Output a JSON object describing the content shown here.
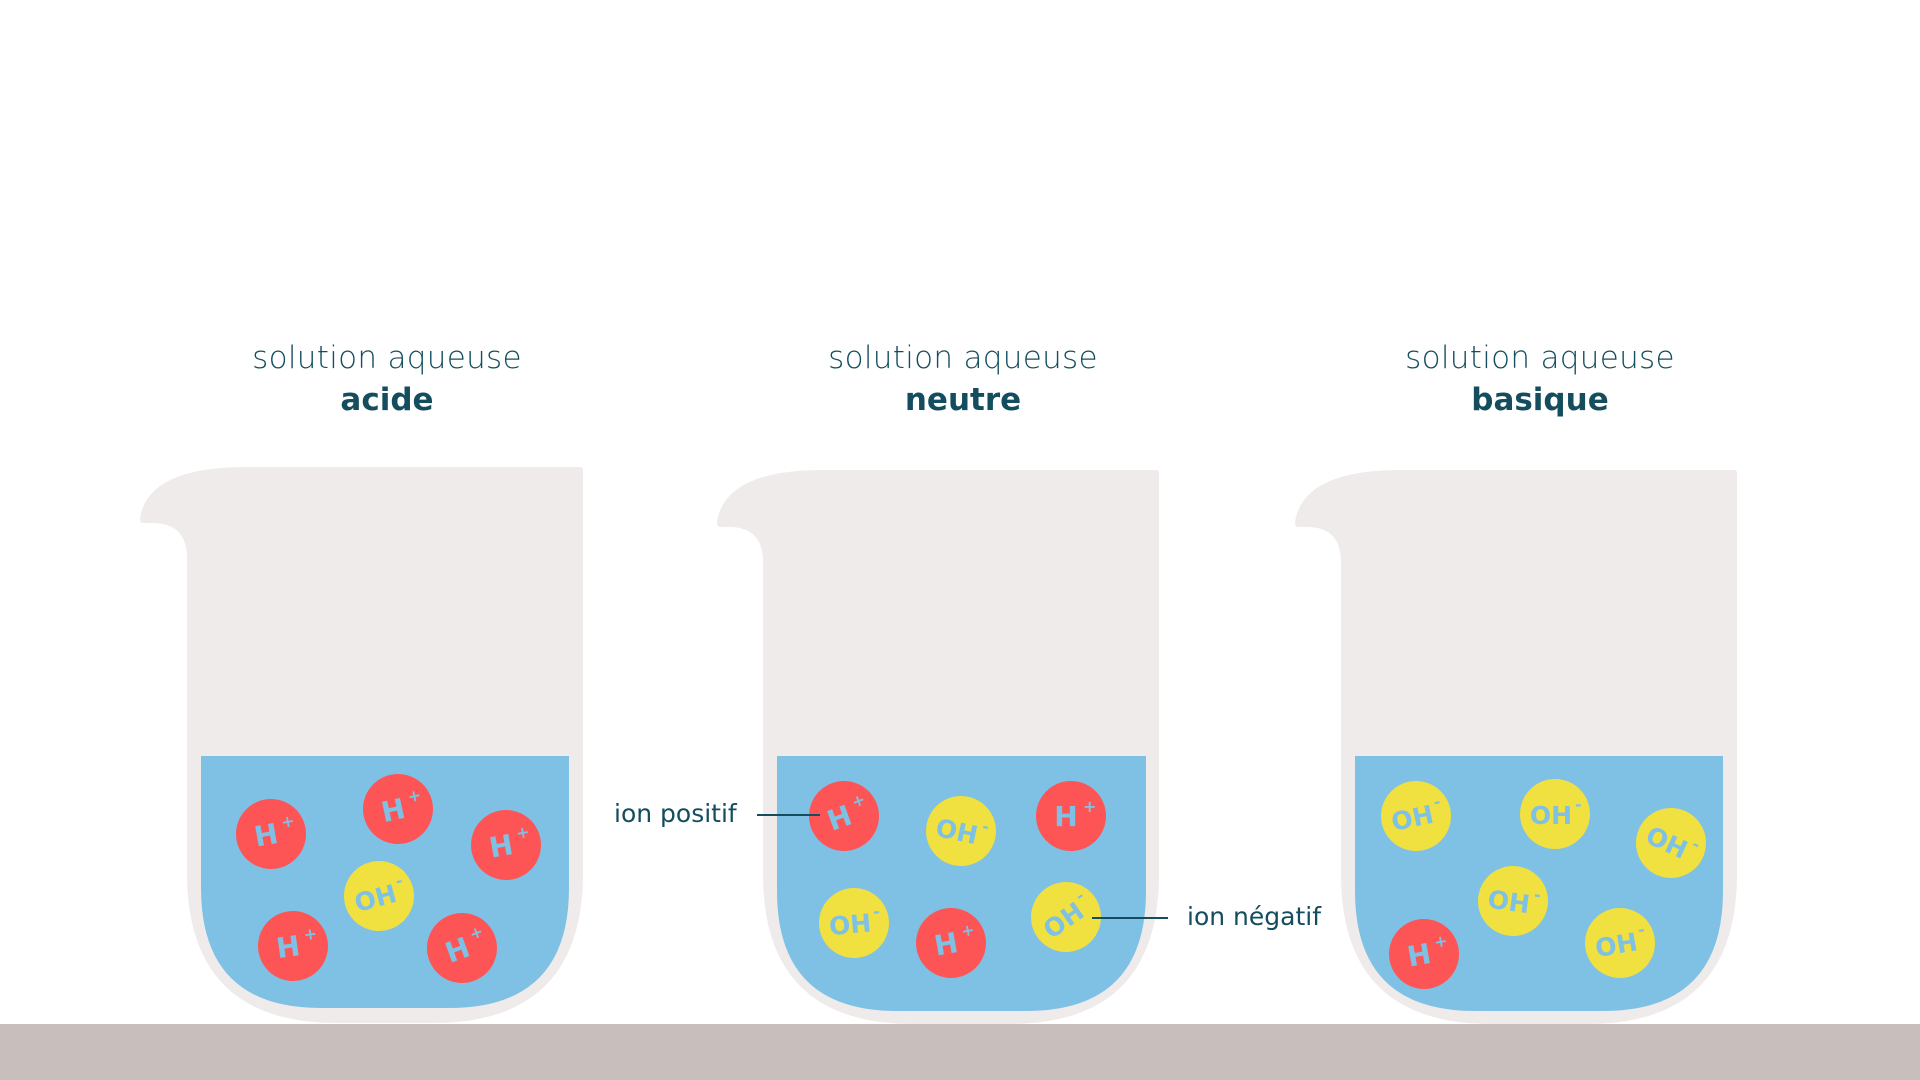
{
  "colors": {
    "text": "#134d5e",
    "beaker": "#efebea",
    "liquid": "#7fc1e5",
    "positive_ion": "#fd5555",
    "negative_ion": "#f0e040",
    "ion_text": "#7fc1e5",
    "floor": "#c8bfbc"
  },
  "beakers": [
    {
      "id": "acide",
      "title_line1": "solution aqueuse",
      "title_line2": "acide",
      "ions": [
        {
          "type": "positive",
          "symbol": "H",
          "charge": "+",
          "rot": -10
        },
        {
          "type": "positive",
          "symbol": "H",
          "charge": "+",
          "rot": -12
        },
        {
          "type": "positive",
          "symbol": "H",
          "charge": "+",
          "rot": -10
        },
        {
          "type": "negative",
          "symbol": "OH",
          "charge": "-",
          "rot": -15
        },
        {
          "type": "positive",
          "symbol": "H",
          "charge": "+",
          "rot": -8
        },
        {
          "type": "positive",
          "symbol": "H",
          "charge": "+",
          "rot": -20
        }
      ]
    },
    {
      "id": "neutre",
      "title_line1": "solution aqueuse",
      "title_line2": "neutre",
      "ions": [
        {
          "type": "positive",
          "symbol": "H",
          "charge": "+",
          "rot": -20
        },
        {
          "type": "negative",
          "symbol": "OH",
          "charge": "-",
          "rot": 12
        },
        {
          "type": "positive",
          "symbol": "H",
          "charge": "+",
          "rot": 0
        },
        {
          "type": "negative",
          "symbol": "OH",
          "charge": "-",
          "rot": -5
        },
        {
          "type": "positive",
          "symbol": "H",
          "charge": "+",
          "rot": -10
        },
        {
          "type": "negative",
          "symbol": "OH",
          "charge": "-",
          "rot": -35
        }
      ]
    },
    {
      "id": "basique",
      "title_line1": "solution aqueuse",
      "title_line2": "basique",
      "ions": [
        {
          "type": "negative",
          "symbol": "OH",
          "charge": "-",
          "rot": -12
        },
        {
          "type": "negative",
          "symbol": "OH",
          "charge": "-",
          "rot": 0
        },
        {
          "type": "negative",
          "symbol": "OH",
          "charge": "-",
          "rot": 25
        },
        {
          "type": "negative",
          "symbol": "OH",
          "charge": "-",
          "rot": 8
        },
        {
          "type": "positive",
          "symbol": "H",
          "charge": "+",
          "rot": -10
        },
        {
          "type": "negative",
          "symbol": "OH",
          "charge": "-",
          "rot": -10
        }
      ]
    }
  ],
  "annotations": {
    "positive_label": "ion positif",
    "negative_label": "ion négatif"
  }
}
